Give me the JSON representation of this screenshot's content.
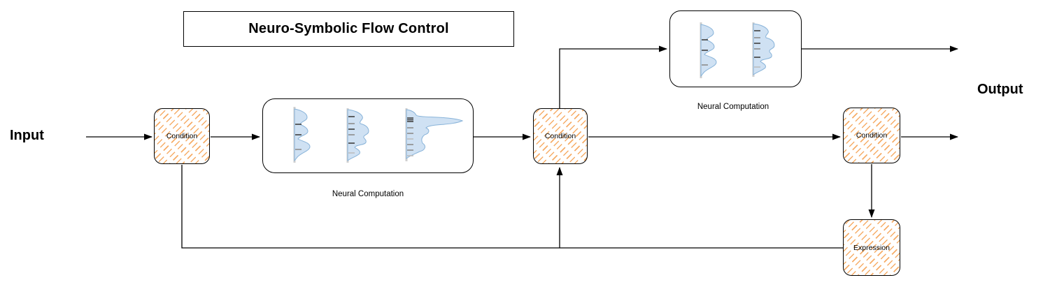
{
  "title": "Neuro-Symbolic Flow Control",
  "labels": {
    "input": "Input",
    "output": "Output"
  },
  "nodes": {
    "condition1": {
      "label": "Condition",
      "type": "condition"
    },
    "neural1": {
      "label": "Neural Computation",
      "type": "neural-computation",
      "plots": 3
    },
    "condition2": {
      "label": "Condition",
      "type": "condition"
    },
    "neural2": {
      "label": "Neural Computation",
      "type": "neural-computation",
      "plots": 2
    },
    "condition3": {
      "label": "Condition",
      "type": "condition"
    },
    "expression": {
      "label": "Expression",
      "type": "expression"
    }
  },
  "edges": [
    {
      "from": "input",
      "to": "condition1"
    },
    {
      "from": "condition1",
      "to": "neural1"
    },
    {
      "from": "neural1",
      "to": "condition2"
    },
    {
      "from": "condition2",
      "to": "neural2",
      "route": "up-then-right"
    },
    {
      "from": "neural2",
      "to": "output"
    },
    {
      "from": "condition2",
      "to": "condition3"
    },
    {
      "from": "condition3",
      "to": "output"
    },
    {
      "from": "condition3",
      "to": "expression",
      "route": "down"
    },
    {
      "from": "expression",
      "to": "condition2",
      "route": "feedback-left-then-up"
    },
    {
      "from": "condition1",
      "to": "condition2",
      "route": "feedback-down-right-then-up"
    }
  ],
  "colors": {
    "hatch_orange": "#f6ad68",
    "density_fill": "#cfe1f3",
    "density_stroke": "#88b3d9",
    "axis_gray": "#cfcfcf",
    "tick_dark": "#3f3f3f",
    "tick_mid": "#8c8c8c",
    "tick_light": "#bdbdbd",
    "line_black": "#000000"
  }
}
